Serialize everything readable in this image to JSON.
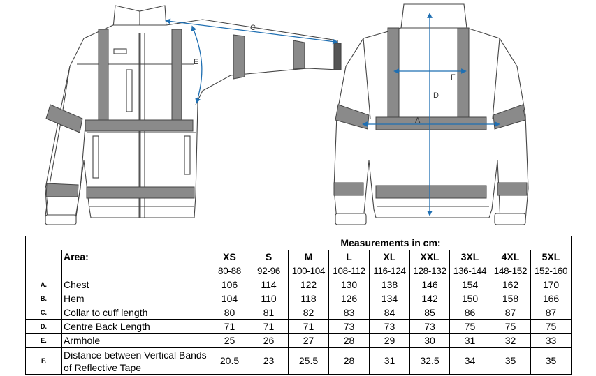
{
  "diagram": {
    "labels": {
      "a": "A",
      "c": "C",
      "d": "D",
      "e": "E",
      "f": "F"
    },
    "colors": {
      "outline": "#444444",
      "measure": "#1f6fb2",
      "tape": "#8a8a8a",
      "tape_dark": "#5a5a5a"
    }
  },
  "table": {
    "title": "Measurements in cm:",
    "area_header": "Area:",
    "sizes": [
      "XS",
      "S",
      "M",
      "L",
      "XL",
      "XXL",
      "3XL",
      "4XL",
      "5XL"
    ],
    "size_ranges": [
      "80-88",
      "92-96",
      "100-104",
      "108-112",
      "116-124",
      "128-132",
      "136-144",
      "148-152",
      "152-160"
    ],
    "rows": [
      {
        "code": "A.",
        "area": "Chest",
        "values": [
          "106",
          "114",
          "122",
          "130",
          "138",
          "146",
          "154",
          "162",
          "170"
        ]
      },
      {
        "code": "B.",
        "area": "Hem",
        "values": [
          "104",
          "110",
          "118",
          "126",
          "134",
          "142",
          "150",
          "158",
          "166"
        ]
      },
      {
        "code": "C.",
        "area": "Collar to cuff length",
        "values": [
          "80",
          "81",
          "82",
          "83",
          "84",
          "85",
          "86",
          "87",
          "87"
        ]
      },
      {
        "code": "D.",
        "area": "Centre Back Length",
        "values": [
          "71",
          "71",
          "71",
          "73",
          "73",
          "73",
          "75",
          "75",
          "75"
        ]
      },
      {
        "code": "E.",
        "area": "Armhole",
        "values": [
          "25",
          "26",
          "27",
          "28",
          "29",
          "30",
          "31",
          "32",
          "33"
        ]
      },
      {
        "code": "F.",
        "area": "Distance between Vertical Bands of Reflective Tape",
        "values": [
          "20.5",
          "23",
          "25.5",
          "28",
          "31",
          "32.5",
          "34",
          "35",
          "35"
        ]
      }
    ]
  }
}
